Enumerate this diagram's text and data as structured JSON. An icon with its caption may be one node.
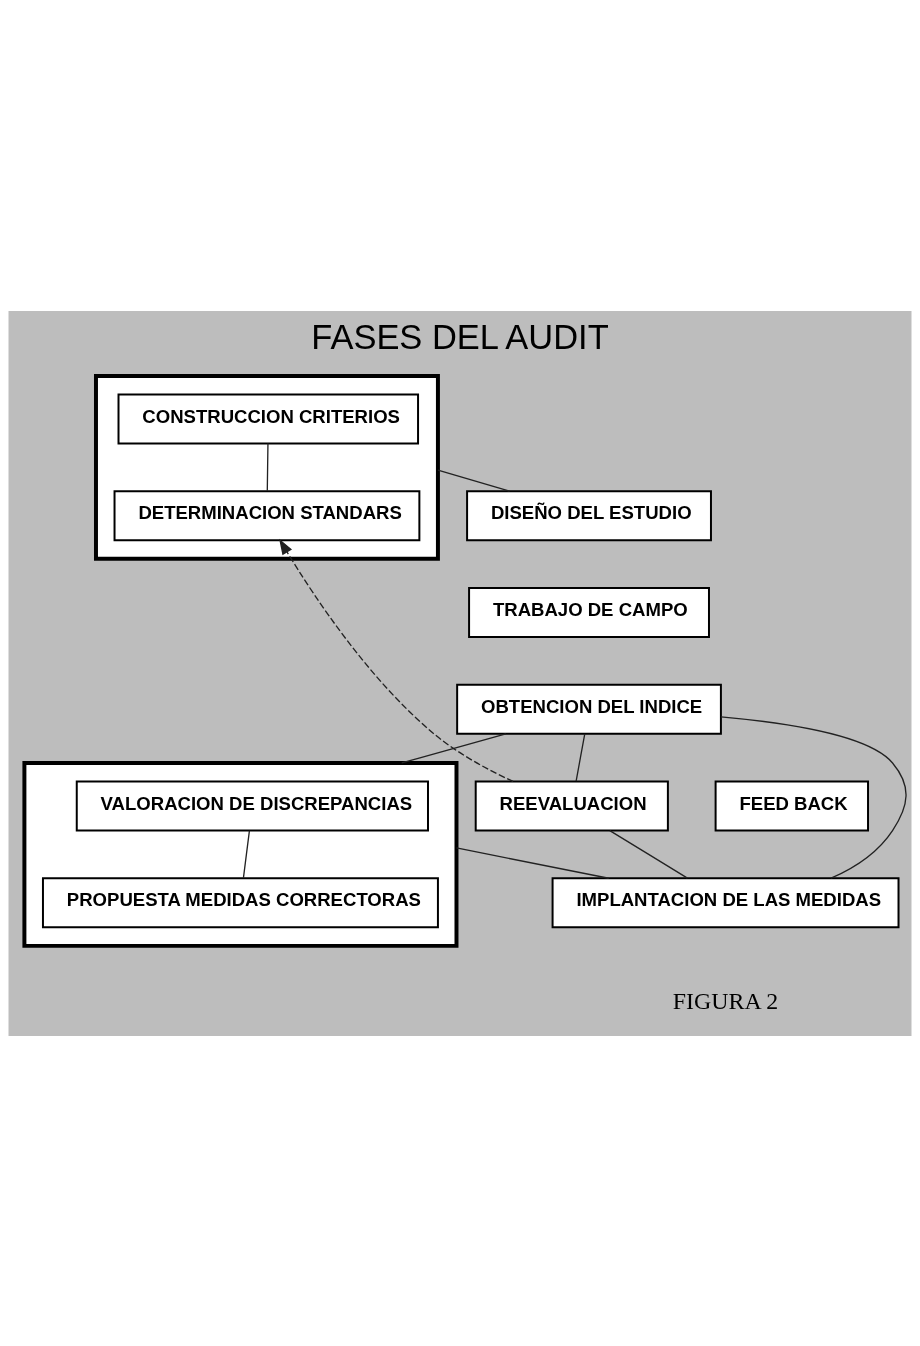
{
  "diagram": {
    "title": "FASES DEL AUDIT",
    "nodes": [
      {
        "text": [],
        "shape": "box"
      },
      {
        "text": [
          "CONSTRUCCION CRITERIOS"
        ],
        "in": 0
      },
      {
        "text": [
          "DETERMINACION STANDARS"
        ],
        "in": 0
      },
      {
        "text": [
          "DISEÑO DEL ESTUDIO"
        ]
      },
      {
        "text": [
          "TRABAJO DE CAMPO"
        ]
      },
      {
        "text": [
          "OBTENCION DEL INDICE"
        ]
      },
      {
        "text": [],
        "shape": "box"
      },
      {
        "text": [
          "VALORACION DE DISCREPANCIAS"
        ],
        "in": 6
      },
      {
        "text": [
          "PROPUESTA MEDIDAS CORRECTORAS"
        ],
        "in": 6
      },
      {
        "text": [
          "FEED BACK"
        ]
      },
      {
        "text": [
          "REEVALUACION"
        ]
      },
      {
        "text": [
          "IMPLANTACION DE LAS MEDIDAS"
        ]
      }
    ],
    "edges": [
      {
        "from": 1,
        "to": 2,
        "arrow": "none"
      },
      {
        "from": 0,
        "to": 3,
        "arrow": "none"
      },
      {
        "from": 5,
        "to": 6,
        "arrow": "none"
      },
      {
        "from": 7,
        "to": 8,
        "arrow": "none"
      },
      {
        "from": 6,
        "to": 11,
        "arrow": "none"
      },
      {
        "from": 5,
        "to": 11,
        "arrow": "none"
      },
      {
        "from": 5,
        "to": 10,
        "arrow": "none"
      },
      {
        "from": 10,
        "to": 11,
        "arrow": "none"
      },
      {
        "from": 10,
        "to": 2,
        "arrow": "to",
        "style": "dashed"
      }
    ],
    "labels": [
      "FIGURA 2"
    ]
  }
}
